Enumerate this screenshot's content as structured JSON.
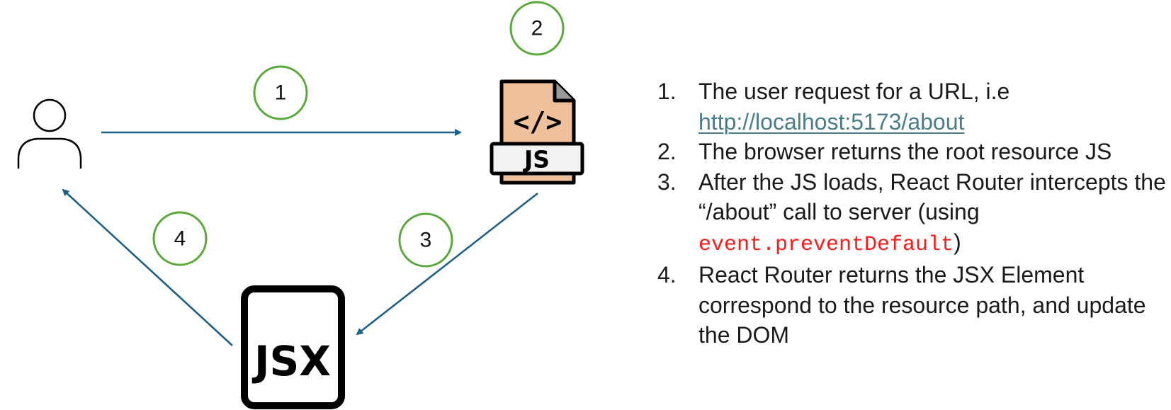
{
  "steps": {
    "s1": {
      "number": "1.",
      "text": "The user request for a URL, i.e",
      "link": "http://localhost:5173/about"
    },
    "s2": {
      "number": "2.",
      "text": "The browser returns the root resource JS"
    },
    "s3": {
      "number": "3.",
      "text_a": "After the JS loads, React Router intercepts the “/about” call to server (using ",
      "code": "event.preventDefault",
      "text_b": ")"
    },
    "s4": {
      "number": "4.",
      "text": "React Router returns the JSX Element correspond to the resource path, and update the DOM"
    }
  },
  "badges": {
    "b1": "1",
    "b2": "2",
    "b3": "3",
    "b4": "4"
  },
  "icons": {
    "user": "user-icon",
    "js_file": "js-file-icon",
    "js_file_label": "JS",
    "js_file_glyph": "</>",
    "jsx": "jsx-icon",
    "jsx_label": "JSX"
  },
  "colors": {
    "arrow": "#1d5f86",
    "badge_ring": "#5aa83a",
    "file_body": "#eec19c",
    "code_text": "#ff1a1a",
    "link_text": "#4a7d8a"
  }
}
